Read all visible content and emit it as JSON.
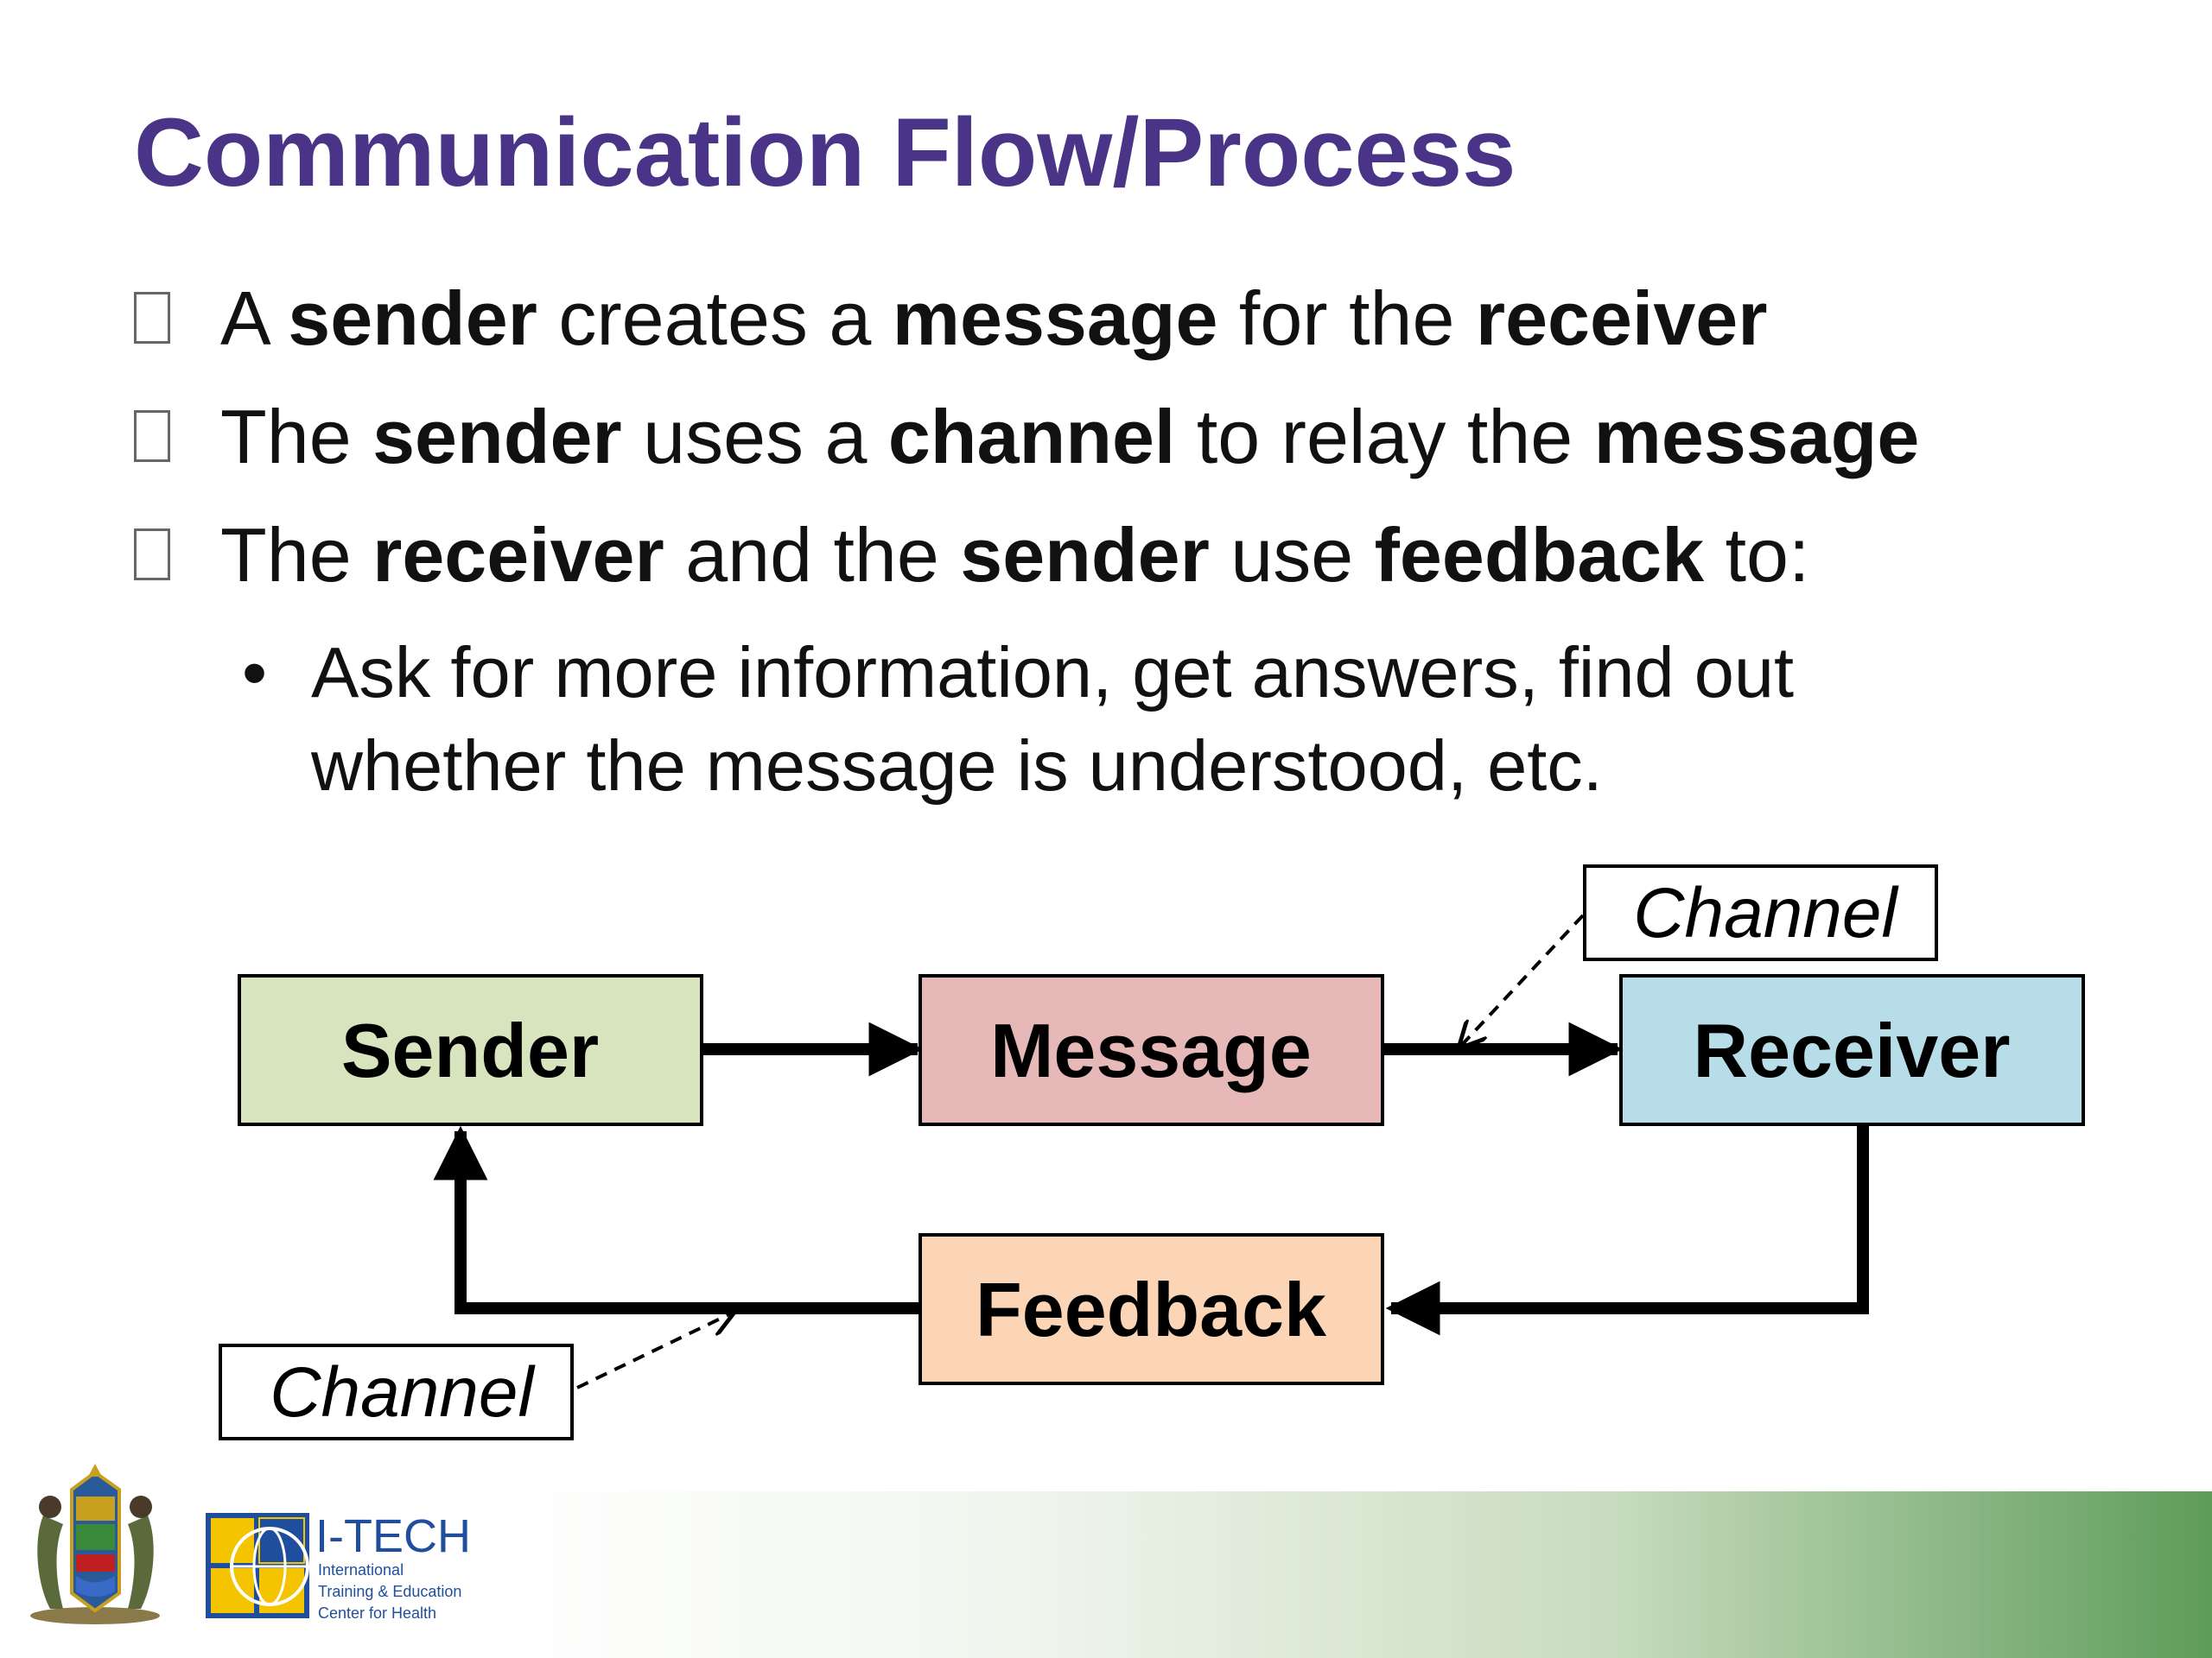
{
  "slide": {
    "title": "Communication Flow/Process"
  },
  "bullets": [
    [
      {
        "text": "A ",
        "bold": false
      },
      {
        "text": "sender",
        "bold": true
      },
      {
        "text": " creates a ",
        "bold": false
      },
      {
        "text": "message",
        "bold": true
      },
      {
        "text": " for the ",
        "bold": false
      },
      {
        "text": "receiver",
        "bold": true
      }
    ],
    [
      {
        "text": "The ",
        "bold": false
      },
      {
        "text": "sender",
        "bold": true
      },
      {
        "text": " uses a ",
        "bold": false
      },
      {
        "text": "channel",
        "bold": true
      },
      {
        "text": " to relay the ",
        "bold": false
      },
      {
        "text": "message",
        "bold": true
      }
    ],
    [
      {
        "text": "The ",
        "bold": false
      },
      {
        "text": "receiver",
        "bold": true
      },
      {
        "text": " and the ",
        "bold": false
      },
      {
        "text": "sender",
        "bold": true
      },
      {
        "text": " use ",
        "bold": false
      },
      {
        "text": "feedback",
        "bold": true
      },
      {
        "text": " to:",
        "bold": false
      }
    ]
  ],
  "sub_bullet": {
    "marker": "•",
    "text": "Ask for more information, get answers, find out whether the message is understood, etc."
  },
  "diagram": {
    "nodes": {
      "sender": {
        "label": "Sender",
        "fill": "#d7e4bd"
      },
      "message": {
        "label": "Message",
        "fill": "#e6b9b8"
      },
      "receiver": {
        "label": "Receiver",
        "fill": "#b7dde8"
      },
      "feedback": {
        "label": "Feedback",
        "fill": "#fbd5b5"
      }
    },
    "channel_labels": {
      "top": "Channel",
      "bottom": "Channel"
    }
  },
  "logos": {
    "itech_name": "I-TECH",
    "itech_lines": [
      "International",
      "Training & Education",
      "Center for Health"
    ],
    "colors": {
      "itech_blue": "#1f4e9e",
      "itech_yellow": "#f5c400",
      "band_green": "#5e9c5a"
    }
  }
}
